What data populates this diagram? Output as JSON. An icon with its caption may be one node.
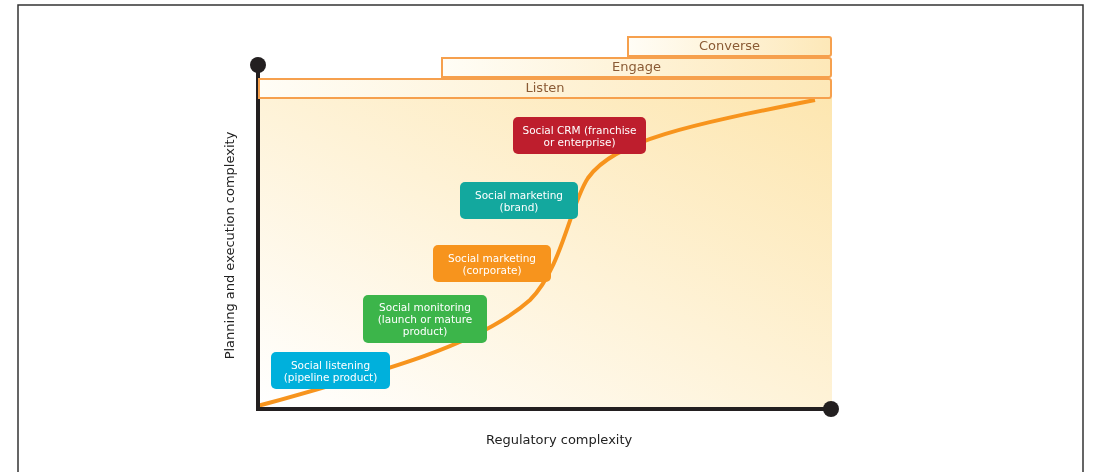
{
  "diagram": {
    "nodes": [
      {
        "text": [
          "Converse"
        ]
      },
      {
        "text": [
          "Engage"
        ]
      },
      {
        "text": [
          "Listen"
        ]
      },
      {
        "text": [
          "Social CRM (franchise or enterprise)"
        ]
      },
      {
        "text": [
          "Social marketing (brand)"
        ]
      },
      {
        "text": [
          "Social marketing (corporate)"
        ]
      },
      {
        "text": [
          "Social monitoring (launch or mature product)"
        ]
      },
      {
        "text": [
          "Social listening (pipeline product)"
        ]
      }
    ],
    "labels": [
      "Planning and execution complexity",
      "Regulatory complexity"
    ]
  }
}
